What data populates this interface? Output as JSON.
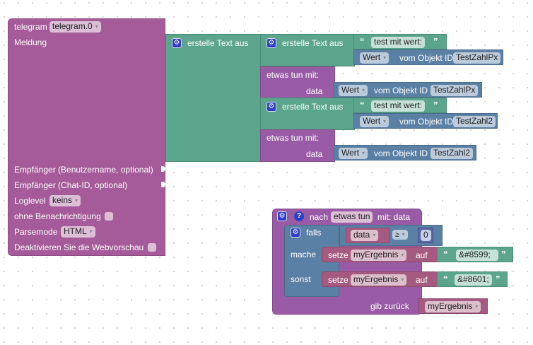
{
  "telegram_block": {
    "label": "telegram",
    "instance": "telegram.0",
    "message_label": "Meldung",
    "recipient_user_label": "Empfänger (Benutzername, optional)",
    "recipient_chat_label": "Empfänger (Chat-ID, optional)",
    "loglevel_label": "Loglevel",
    "loglevel_value": "keins",
    "silent_label": "ohne Benachrichtigung",
    "parsemode_label": "Parsemode",
    "parsemode_value": "HTML",
    "disable_preview_label": "Deaktivieren Sie die Webvorschau"
  },
  "text_join_outer": {
    "label": "erstelle Text aus"
  },
  "text_join_items": [
    {
      "label": "erstelle Text aus",
      "string": "test  mit wert: ",
      "value_dropdown": "Wert",
      "object_label": "vom Objekt ID",
      "object_id": "TestZahlPx"
    },
    {
      "label": "erstelle Text aus",
      "string": "test  mit wert: ",
      "value_dropdown": "Wert",
      "object_label": "vom Objekt ID",
      "object_id": "TestZahl2"
    }
  ],
  "call_blocks": [
    {
      "label": "etwas tun  mit:",
      "arg_label": "data",
      "value_dropdown": "Wert",
      "object_label": "vom Objekt ID",
      "object_id": "TestZahlPx"
    },
    {
      "label": "etwas tun  mit:",
      "arg_label": "data",
      "value_dropdown": "Wert",
      "object_label": "vom Objekt ID",
      "object_id": "TestZahl2"
    }
  ],
  "function_block": {
    "prefix": "nach",
    "name": "etwas tun",
    "suffix": "mit: data",
    "if_label": "falls",
    "condition_var": "data",
    "operator": "≥",
    "compare_value": "0",
    "do_label": "mache",
    "else_label": "sonst",
    "set_label": "setze",
    "set_var": "myErgebnis",
    "to_label": "auf",
    "then_value": " &#8599;",
    "else_value": "&#8601;",
    "return_label": "gib zurück",
    "return_var": "myErgebnis"
  },
  "icons": {
    "gear": "⚙",
    "help": "?",
    "quote_open": "“",
    "quote_close": "”",
    "dropdown_arrow": "▾"
  }
}
